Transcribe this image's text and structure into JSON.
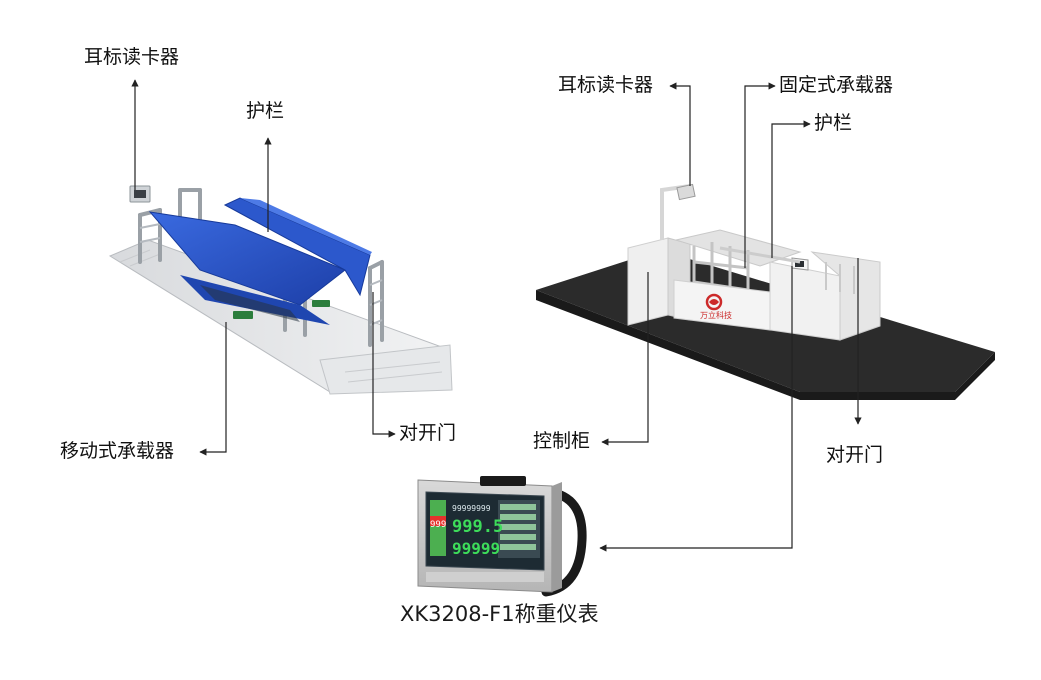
{
  "labels": {
    "left_ear_tag_reader": "耳标读卡器",
    "left_guardrail": "护栏",
    "mobile_load_carrier": "移动式承载器",
    "left_double_door": "对开门",
    "right_ear_tag_reader": "耳标读卡器",
    "fixed_load_carrier": "固定式承载器",
    "right_guardrail": "护栏",
    "control_cabinet": "控制柜",
    "right_double_door": "对开门",
    "weighing_indicator": "XK3208-F1称重仪表"
  },
  "brand": {
    "name": "万立科技"
  },
  "indicator_display": {
    "top_value": "99999999",
    "main_value": "999.5",
    "bottom_value": "99999",
    "red_value": "999"
  },
  "colors": {
    "line": "#222222",
    "blue_body": "#2a55c9",
    "asphalt": "#2b2b2b",
    "cabinet": "#efefef",
    "brand_red": "#cc2a2a",
    "screen_bg": "#1d2b33",
    "screen_green": "#3ddc5a",
    "screen_red": "#e5322c"
  }
}
